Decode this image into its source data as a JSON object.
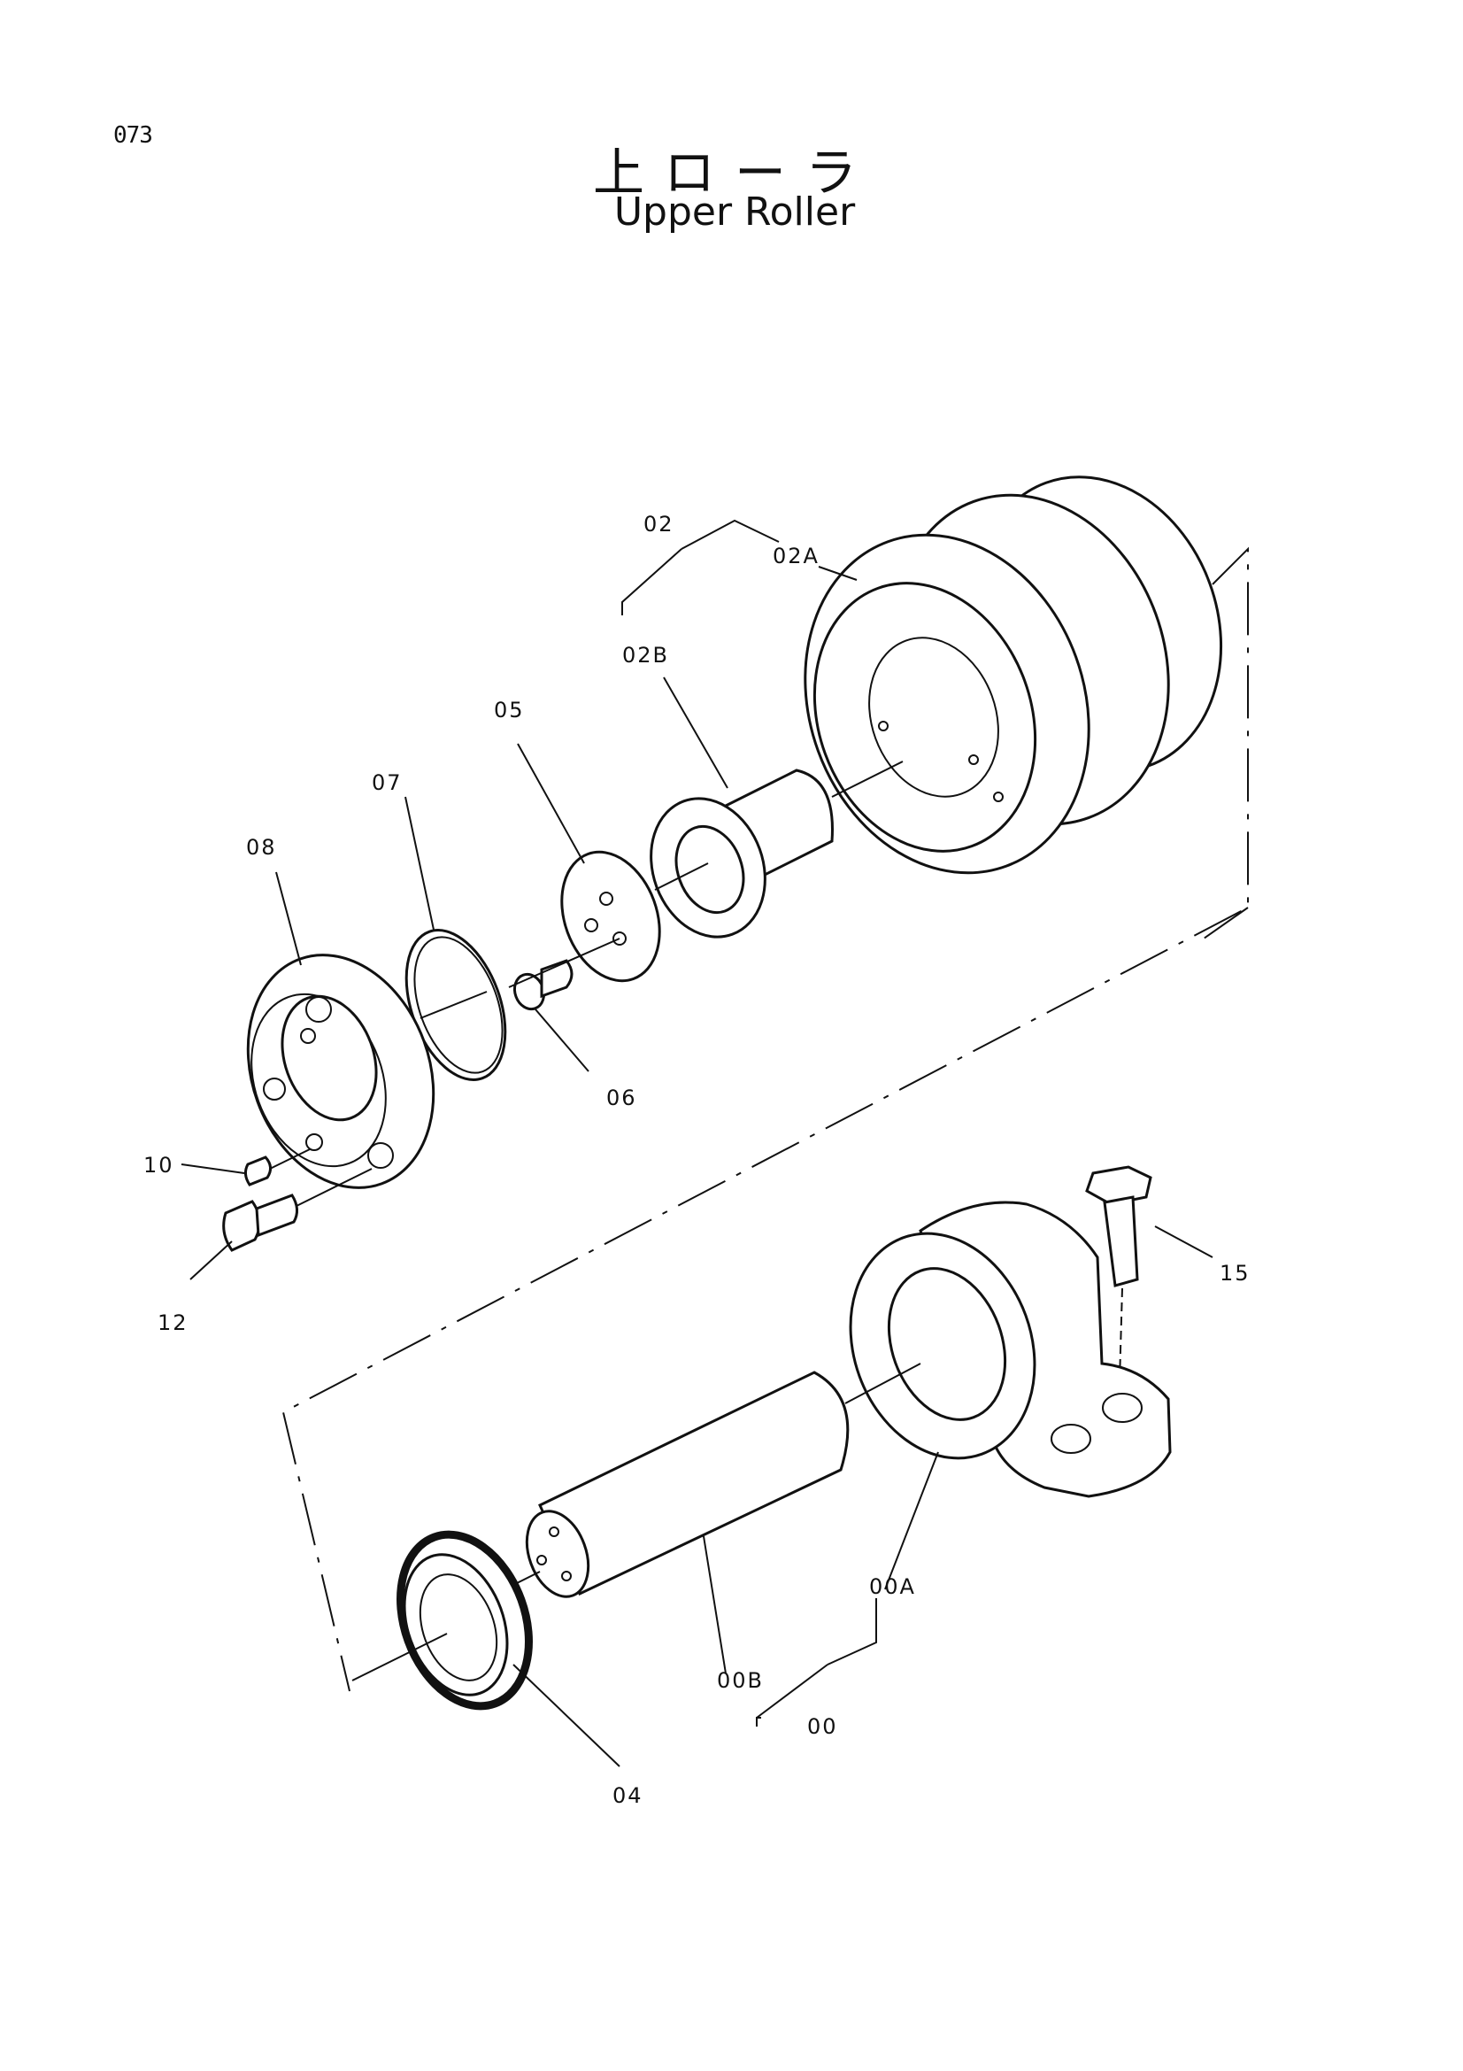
{
  "page": {
    "number": "073"
  },
  "title": {
    "japanese": "上ローラ",
    "english": "Upper Roller"
  },
  "callouts": {
    "c02": "02",
    "c02A": "02A",
    "c02B": "02B",
    "c05": "05",
    "c07": "07",
    "c08": "08",
    "c06": "06",
    "c10": "10",
    "c12": "12",
    "c15": "15",
    "c00A": "00A",
    "c00B": "00B",
    "c00": "00",
    "c04": "04"
  }
}
